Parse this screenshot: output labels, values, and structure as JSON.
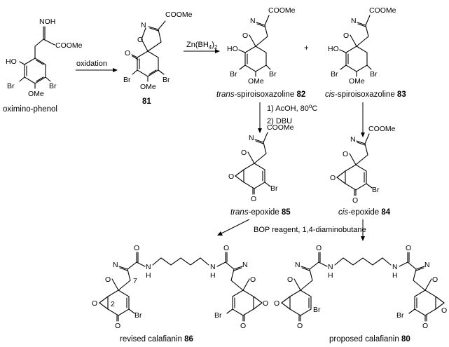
{
  "atoms": {
    "N": "N",
    "NOH": "NOH",
    "OH": "OH",
    "HO": "HO",
    "O": "O",
    "Br": "Br",
    "OMe": "OMe",
    "COOMe": "COOMe",
    "COOMe_a": "COOMe",
    "H": "H",
    "num7": "7",
    "num2": "2"
  },
  "compounds": {
    "c1": {
      "name": "oximino-phenol"
    },
    "c81": {
      "number": "81"
    },
    "c82": {
      "prefix": "trans",
      "name": "-spiroisoxazoline ",
      "number": "82"
    },
    "c83": {
      "prefix": "cis",
      "name": "-spiroisoxazoline ",
      "number": "83"
    },
    "c85": {
      "prefix": "trans",
      "name": "-epoxide ",
      "number": "85"
    },
    "c84": {
      "prefix": "cis",
      "name": "-epoxide ",
      "number": "84"
    },
    "c86": {
      "name": "revised calafianin ",
      "number": "86"
    },
    "c80": {
      "name": "proposed calafianin ",
      "number": "80"
    }
  },
  "reagents": {
    "oxidation": "oxidation",
    "znbh4": "Zn(BH",
    "znbh4_sub": "4",
    "znbh4_close": ")",
    "plus": "+",
    "step1": "1) AcOH, 80",
    "step1_sup": "o",
    "step1_end": "C",
    "step2": "2) DBU",
    "bop": "BOP reagent, 1,4-diaminobutane"
  }
}
